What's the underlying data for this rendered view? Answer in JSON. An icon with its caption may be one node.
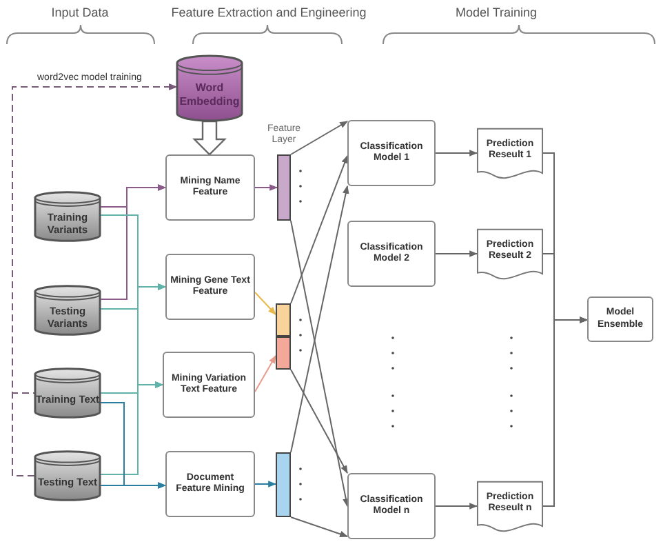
{
  "diagram": {
    "nodes": [
      {
        "text": [
          "Word Embedding"
        ]
      },
      {
        "text": [
          "Mining Name Feature"
        ]
      },
      {
        "text": [
          "Mining Gene Text Feature"
        ]
      },
      {
        "text": [
          "Mining Variation Text Feature"
        ]
      },
      {
        "text": [
          "Document Feature Mining"
        ]
      },
      {
        "text": [
          "Training Variants"
        ]
      },
      {
        "text": [
          "Testing Variants"
        ]
      },
      {
        "text": [
          "Training Text"
        ]
      },
      {
        "text": [
          "Testing Text"
        ]
      },
      {
        "text": [],
        "shape": "bar",
        "beside": [
          "Feature Layer"
        ]
      },
      {
        "text": [],
        "shape": "bar"
      },
      {
        "text": [],
        "shape": "bar"
      },
      {
        "text": [],
        "shape": "bar"
      },
      {
        "text": [
          "Classification Model 1"
        ]
      },
      {
        "text": [
          "Classification Model 2"
        ]
      },
      {
        "text": [
          "Classification Model n"
        ]
      },
      {
        "text": [
          "Prediction Reseult 1"
        ]
      },
      {
        "text": [
          "Prediction Reseult 2"
        ]
      },
      {
        "text": [
          "Prediction Reseult n"
        ]
      },
      {
        "text": [
          "Model Ensemble"
        ]
      }
    ],
    "edges": [
      {
        "from": 7,
        "to": 0,
        "arrow": "to",
        "style": "dashed",
        "color": "#7a5a7a"
      },
      {
        "from": 8,
        "to": 0,
        "arrow": "to",
        "style": "dashed",
        "color": "#7a5a7a",
        "label": "word2vec model training"
      },
      {
        "from": 0,
        "to": 1,
        "arrow": "to",
        "style": "thick"
      },
      {
        "from": 5,
        "to": 1,
        "arrow": "to",
        "color": "#8a5a8a"
      },
      {
        "from": 6,
        "to": 1,
        "arrow": "to",
        "color": "#8a5a8a"
      },
      {
        "from": 5,
        "to": 2,
        "arrow": "to",
        "color": "#5fb3a8"
      },
      {
        "from": 5,
        "to": 3,
        "arrow": "to",
        "color": "#5fb3a8"
      },
      {
        "from": 6,
        "to": 2,
        "arrow": "to",
        "color": "#5fb3a8"
      },
      {
        "from": 6,
        "to": 3,
        "arrow": "to",
        "color": "#5fb3a8"
      },
      {
        "from": 7,
        "to": 2,
        "arrow": "to",
        "color": "#5fb3a8"
      },
      {
        "from": 7,
        "to": 3,
        "arrow": "to",
        "color": "#5fb3a8"
      },
      {
        "from": 8,
        "to": 2,
        "arrow": "to",
        "color": "#5fb3a8"
      },
      {
        "from": 8,
        "to": 3,
        "arrow": "to",
        "color": "#5fb3a8"
      },
      {
        "from": 7,
        "to": 4,
        "arrow": "to",
        "color": "#2a7fa0"
      },
      {
        "from": 8,
        "to": 4,
        "arrow": "to",
        "color": "#2a7fa0"
      },
      {
        "from": 1,
        "to": 9,
        "arrow": "to",
        "color": "#8a5a8a"
      },
      {
        "from": 2,
        "to": 10,
        "arrow": "to",
        "color": "#e8b84a"
      },
      {
        "from": 3,
        "to": 11,
        "arrow": "to",
        "color": "#e89a8a"
      },
      {
        "from": 4,
        "to": 12,
        "arrow": "to",
        "color": "#2a7fa0"
      },
      {
        "from": 9,
        "to": 13,
        "arrow": "to"
      },
      {
        "from": 10,
        "to": 13,
        "arrow": "to"
      },
      {
        "from": 12,
        "to": 13,
        "arrow": "to"
      },
      {
        "from": 9,
        "to": 15,
        "arrow": "to"
      },
      {
        "from": 11,
        "to": 15,
        "arrow": "to"
      },
      {
        "from": 12,
        "to": 15,
        "arrow": "to"
      },
      {
        "from": 13,
        "to": 16,
        "arrow": "to"
      },
      {
        "from": 14,
        "to": 17,
        "arrow": "to"
      },
      {
        "from": 15,
        "to": 18,
        "arrow": "to"
      },
      {
        "from": 16,
        "to": 19,
        "arrow": "to"
      },
      {
        "from": 17,
        "to": 19,
        "arrow": "to"
      },
      {
        "from": 18,
        "to": 19,
        "arrow": "to"
      }
    ],
    "labels": [
      "Input Data",
      "Feature Extraction and Engineering",
      "Model Training"
    ]
  }
}
